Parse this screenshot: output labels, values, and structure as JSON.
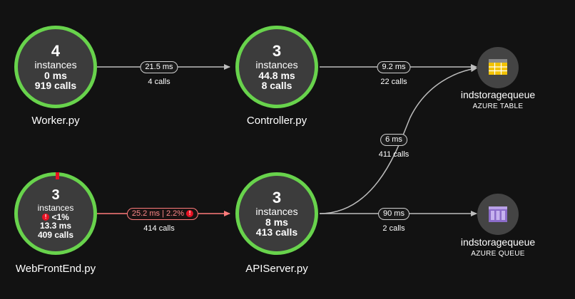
{
  "colors": {
    "healthy_ring": "#68d34c",
    "error_accent": "#e81123",
    "edge_normal": "#bdbdbd",
    "edge_error": "#ff7b7b",
    "node_fill": "#3c3c3c",
    "background": "#121212"
  },
  "nodes": {
    "worker": {
      "count": "4",
      "instances_label": "instances",
      "duration": "0 ms",
      "calls": "919 calls",
      "name": "Worker.py"
    },
    "controller": {
      "count": "3",
      "instances_label": "instances",
      "duration": "44.8 ms",
      "calls": "8 calls",
      "name": "Controller.py"
    },
    "webfrontend": {
      "count": "3",
      "instances_label": "instances",
      "failure": "<1%",
      "duration": "13.3 ms",
      "calls": "409 calls",
      "name": "WebFrontEnd.py"
    },
    "apiserver": {
      "count": "3",
      "instances_label": "instances",
      "duration": "8 ms",
      "calls": "413 calls",
      "name": "APIServer.py"
    }
  },
  "resources": {
    "table": {
      "name": "indstoragequeue",
      "type": "AZURE TABLE",
      "icon": "table-icon"
    },
    "queue": {
      "name": "indstoragequeue",
      "type": "AZURE QUEUE",
      "icon": "queue-icon"
    }
  },
  "edges": {
    "worker_controller": {
      "label": "21.5 ms",
      "calls": "4 calls"
    },
    "controller_table": {
      "label": "9.2 ms",
      "calls": "22 calls"
    },
    "api_table": {
      "label": "6 ms",
      "calls": "411 calls"
    },
    "web_api": {
      "label": "25.2 ms | 2.2%",
      "calls": "414 calls",
      "error": true
    },
    "api_queue": {
      "label": "90 ms",
      "calls": "2 calls"
    }
  },
  "error_icon": "!"
}
